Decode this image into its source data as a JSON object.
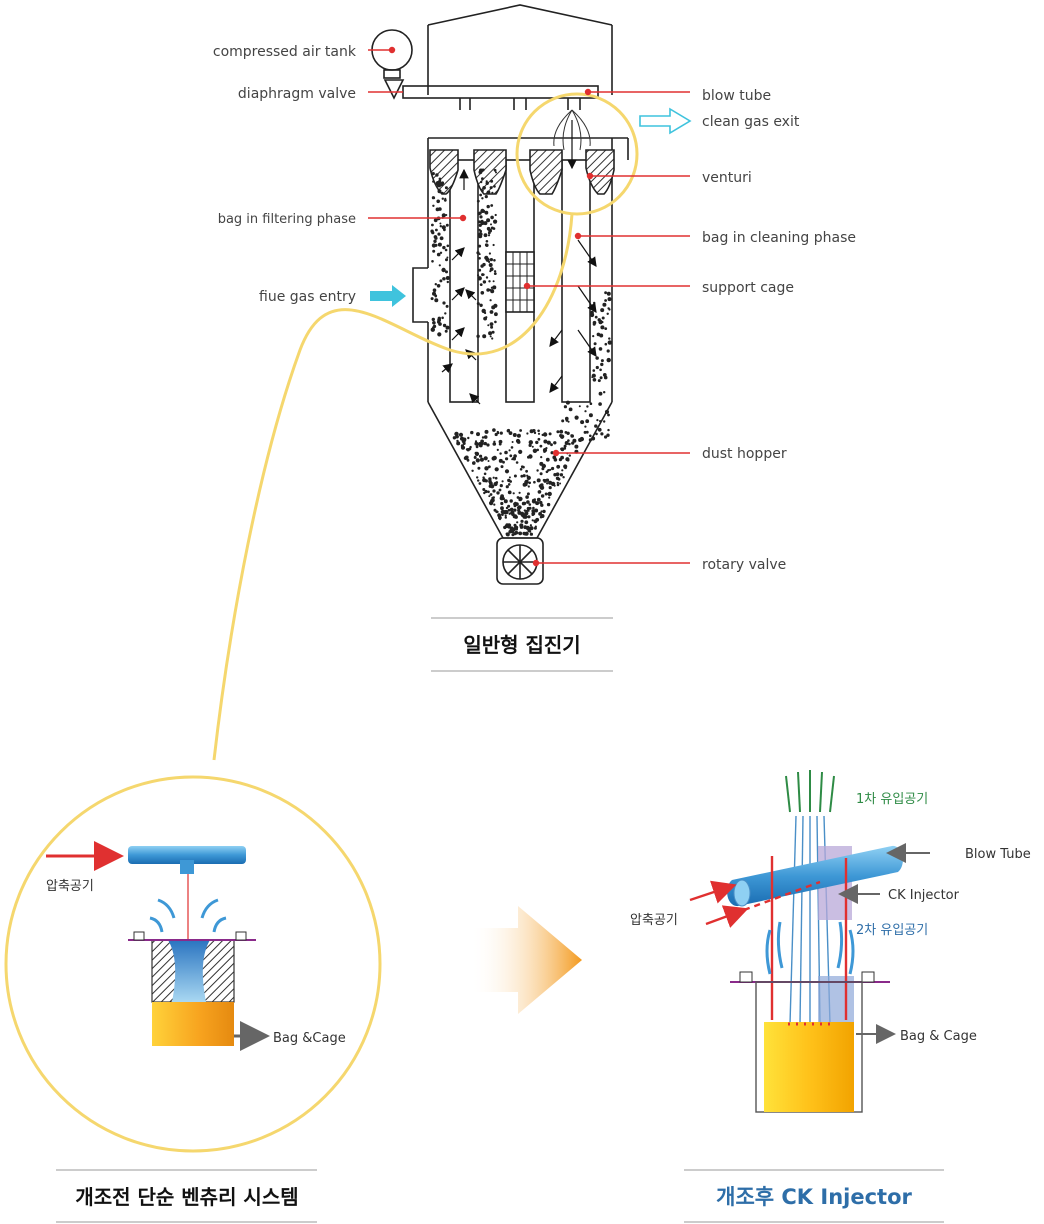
{
  "top_diagram": {
    "labels_left": {
      "compressed_air_tank": "compressed air tank",
      "diaphragm_valve": "diaphragm valve",
      "bag_filtering": "bag in filtering phase",
      "flue_gas_entry": "fiue gas entry"
    },
    "labels_right": {
      "blow_tube": "blow tube",
      "clean_gas_exit": "clean gas exit",
      "venturi": "venturi",
      "bag_cleaning": "bag in  cleaning phase",
      "support_cage": "support cage",
      "dust_hopper": "dust hopper",
      "rotary_valve": "rotary valve"
    },
    "caption": "일반형 집진기"
  },
  "before": {
    "compressed_air": "압축공기",
    "bag_cage": "Bag &Cage",
    "caption": "개조전 단순 벤츄리 시스템"
  },
  "after": {
    "primary_air": "1차 유입공기",
    "blow_tube": "Blow Tube",
    "ck_injector": "CK Injector",
    "compressed_air": "압축공기",
    "secondary_air": "2차 유입공기",
    "bag_cage": "Bag & Cage",
    "caption": "개조후  CK Injector"
  },
  "colors": {
    "pointer_red": "#e03030",
    "highlight_yellow": "#f5d76e",
    "arrow_orange": "#f39a1e",
    "accent_blue": "#2e6ea8",
    "entry_cyan": "#3fc3dd"
  }
}
